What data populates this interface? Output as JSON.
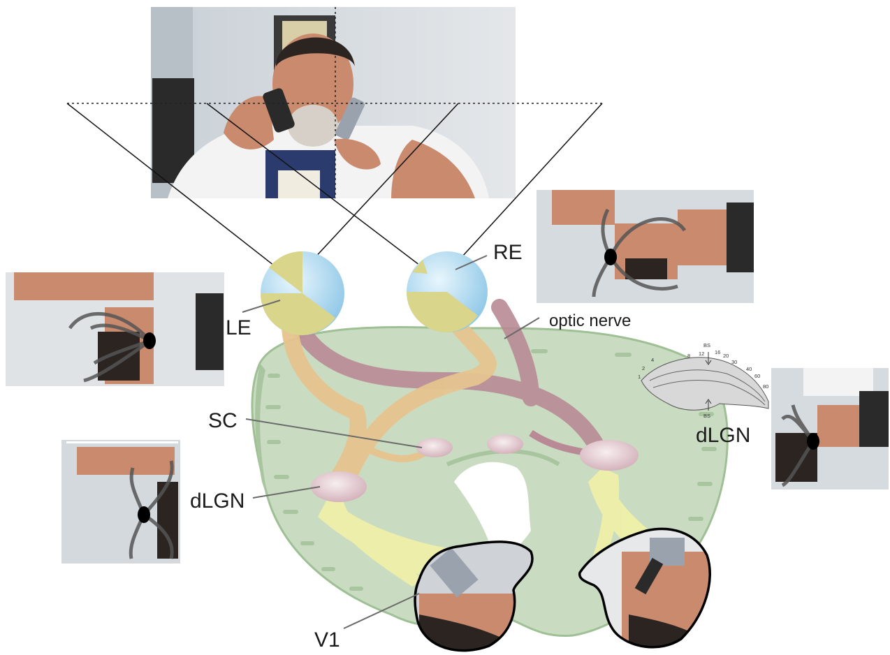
{
  "labels": {
    "right_eye": "RE",
    "left_eye": "LE",
    "optic_nerve": "optic nerve",
    "superior_colliculus": "SC",
    "dlgn_left": "dLGN",
    "dlgn_right": "dLGN",
    "visual_cortex": "V1"
  },
  "dlgn_map": {
    "bs_top": "BS",
    "bs_bottom": "BS",
    "numbers": [
      "1",
      "2",
      "4",
      "8",
      "12",
      "16",
      "20",
      "30",
      "40",
      "60",
      "80"
    ]
  },
  "colors": {
    "brain": "#c9dcc2",
    "brain_edge": "#9fbf95",
    "eye_blue": "#9fd0ea",
    "eye_yellow": "#d9d58a",
    "tract_orange": "#e6c48f",
    "tract_maroon": "#b98a95",
    "radiation_yellow": "#eef0a8",
    "nucleus": "#e6c8cf"
  }
}
